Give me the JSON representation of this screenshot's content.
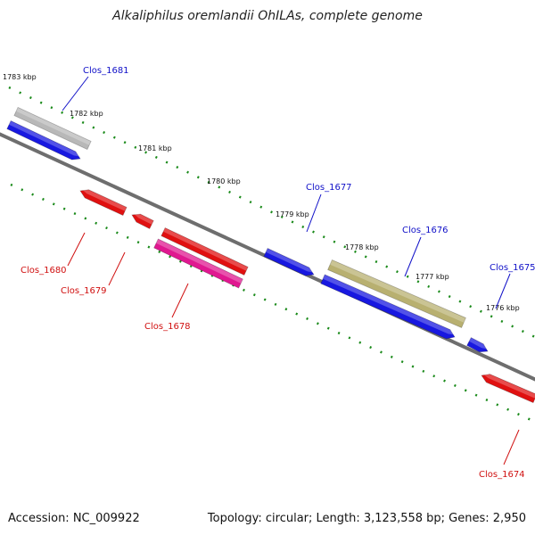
{
  "title": "Alkaliphilus oremlandii OhILAs, complete genome",
  "footer": {
    "accession": "Accession: NC_009922",
    "topology": "Topology: circular; Length: 3,123,558 bp; Genes: 2,950"
  },
  "kbp_labels": [
    "1783 kbp",
    "1782 kbp",
    "1781 kbp",
    "1780 kbp",
    "1779 kbp",
    "1778 kbp",
    "1777 kbp",
    "1776 kbp"
  ],
  "genes": [
    {
      "name": "Clos_1681",
      "strand": "forward",
      "color": "#b8b8b8"
    },
    {
      "name": "Clos_1677",
      "strand": "forward",
      "color": "#1818e0"
    },
    {
      "name": "Clos_1676",
      "strand": "forward",
      "color": "#b8b070"
    },
    {
      "name": "Clos_1675",
      "strand": "forward",
      "color": "#1818e0"
    },
    {
      "name": "Clos_1680",
      "strand": "reverse",
      "color": "#e01010"
    },
    {
      "name": "Clos_1679",
      "strand": "reverse",
      "color": "#e01010"
    },
    {
      "name": "Clos_1678",
      "strand": "reverse",
      "color": "#e01890"
    },
    {
      "name": "Clos_1674",
      "strand": "reverse",
      "color": "#e01010"
    }
  ],
  "colors": {
    "backbone": "#6e6e6e",
    "tick": "#1a8a1a",
    "forward_label": "#1010c8",
    "reverse_label": "#d01010"
  }
}
